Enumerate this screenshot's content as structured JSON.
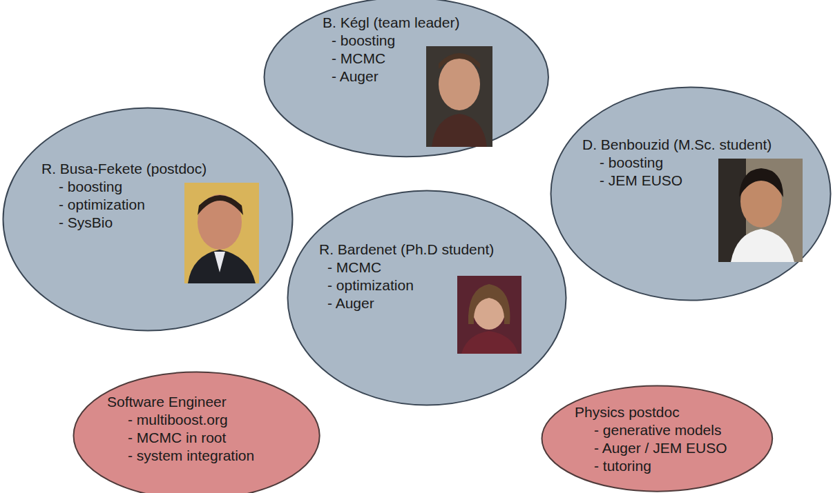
{
  "diagram": {
    "nodes": [
      {
        "text": [
          "B. Kégl (team leader)",
          "- boosting",
          "- MCMC",
          "- Auger"
        ]
      },
      {
        "text": [
          "D. Benbouzid (M.Sc. student)",
          "- boosting",
          "- JEM EUSO"
        ]
      },
      {
        "text": [
          "R. Busa-Fekete (postdoc)",
          "- boosting",
          "- optimization",
          "- SysBio"
        ]
      },
      {
        "text": [
          "R. Bardenet (Ph.D student)",
          "- MCMC",
          "- optimization",
          "- Auger"
        ]
      },
      {
        "text": [
          "Software Engineer",
          "- multiboost.org",
          "- MCMC in root",
          "- system integration"
        ]
      },
      {
        "text": [
          "Physics postdoc",
          "- generative models",
          "- Auger / JEM EUSO",
          "- tutoring"
        ]
      }
    ]
  }
}
